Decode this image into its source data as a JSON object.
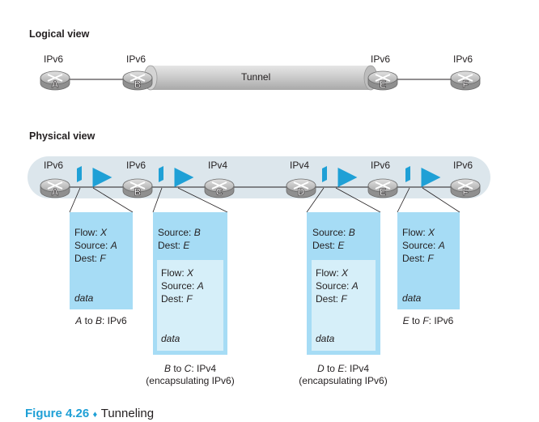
{
  "logical": {
    "title": "Logical view",
    "routers": [
      {
        "name": "A",
        "proto": "IPv6"
      },
      {
        "name": "B",
        "proto": "IPv6"
      },
      {
        "name": "E",
        "proto": "IPv6"
      },
      {
        "name": "F",
        "proto": "IPv6"
      }
    ],
    "tunnel_label": "Tunnel"
  },
  "physical": {
    "title": "Physical view",
    "routers": [
      {
        "name": "A",
        "proto": "IPv6"
      },
      {
        "name": "B",
        "proto": "IPv6"
      },
      {
        "name": "C",
        "proto": "IPv4"
      },
      {
        "name": "D",
        "proto": "IPv4"
      },
      {
        "name": "E",
        "proto": "IPv6"
      },
      {
        "name": "F",
        "proto": "IPv6"
      }
    ]
  },
  "packets": {
    "ab": {
      "lines": [
        "Flow: ",
        "Source: ",
        "Dest: "
      ],
      "vals": [
        "X",
        "A",
        "F"
      ],
      "data": "data",
      "caption_from": "A",
      "caption_mid": " to ",
      "caption_to": "B",
      "caption_rest": ": IPv6"
    },
    "bc": {
      "outer_lines": [
        "Source: ",
        "Dest: "
      ],
      "outer_vals": [
        "B",
        "E"
      ],
      "inner_lines": [
        "Flow: ",
        "Source: ",
        "Dest: "
      ],
      "inner_vals": [
        "X",
        "A",
        "F"
      ],
      "data": "data",
      "caption_from": "B",
      "caption_mid": " to ",
      "caption_to": "C",
      "caption_rest": ": IPv4",
      "caption_line2": "(encapsulating IPv6)"
    },
    "de": {
      "outer_lines": [
        "Source: ",
        "Dest: "
      ],
      "outer_vals": [
        "B",
        "E"
      ],
      "inner_lines": [
        "Flow: ",
        "Source: ",
        "Dest: "
      ],
      "inner_vals": [
        "X",
        "A",
        "F"
      ],
      "data": "data",
      "caption_from": "D",
      "caption_mid": " to ",
      "caption_to": "E",
      "caption_rest": ": IPv4",
      "caption_line2": "(encapsulating IPv6)"
    },
    "ef": {
      "lines": [
        "Flow: ",
        "Source: ",
        "Dest: "
      ],
      "vals": [
        "X",
        "A",
        "F"
      ],
      "data": "data",
      "caption_from": "E",
      "caption_mid": " to ",
      "caption_to": "F",
      "caption_rest": ": IPv6"
    }
  },
  "figure": {
    "number": "Figure 4.26",
    "sep": "♦",
    "title": "Tunneling"
  },
  "colors": {
    "packet": "#a6dcf5",
    "packet_inner": "#d6eff9",
    "band": "#dce6ec",
    "tunnel": "#c8c8c8",
    "router": "#b9b9b9",
    "arrow": "#1fa0d6",
    "figure_accent": "#1fa0d6"
  }
}
